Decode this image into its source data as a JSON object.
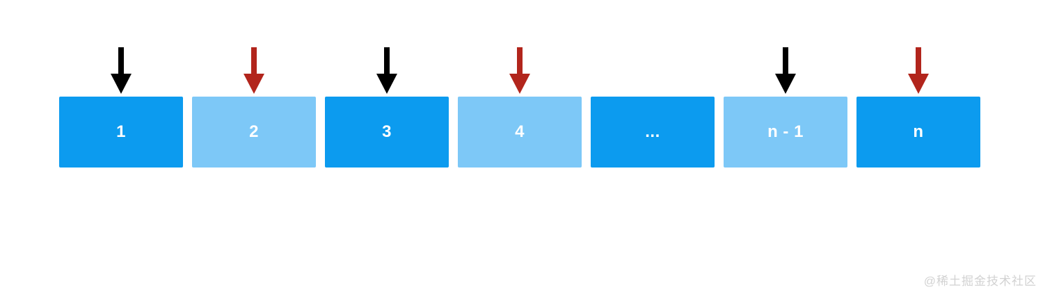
{
  "colors": {
    "box_dark": "#0c9bef",
    "box_light": "#7dc8f7",
    "arrow_black": "#000000",
    "arrow_red": "#b2251c",
    "label_text": "#ffffff",
    "watermark": "#d2d2d2",
    "background": "#ffffff"
  },
  "diagram": {
    "description": "array-of-n-elements",
    "cells": [
      {
        "label": "1",
        "tone": "dark",
        "arrow": "black"
      },
      {
        "label": "2",
        "tone": "light",
        "arrow": "red"
      },
      {
        "label": "3",
        "tone": "dark",
        "arrow": "black"
      },
      {
        "label": "4",
        "tone": "light",
        "arrow": "red"
      },
      {
        "label": "...",
        "tone": "dark",
        "arrow": "none"
      },
      {
        "label": "n - 1",
        "tone": "light",
        "arrow": "black"
      },
      {
        "label": "n",
        "tone": "dark",
        "arrow": "red"
      }
    ]
  },
  "watermark": {
    "text": "@稀土掘金技术社区"
  }
}
